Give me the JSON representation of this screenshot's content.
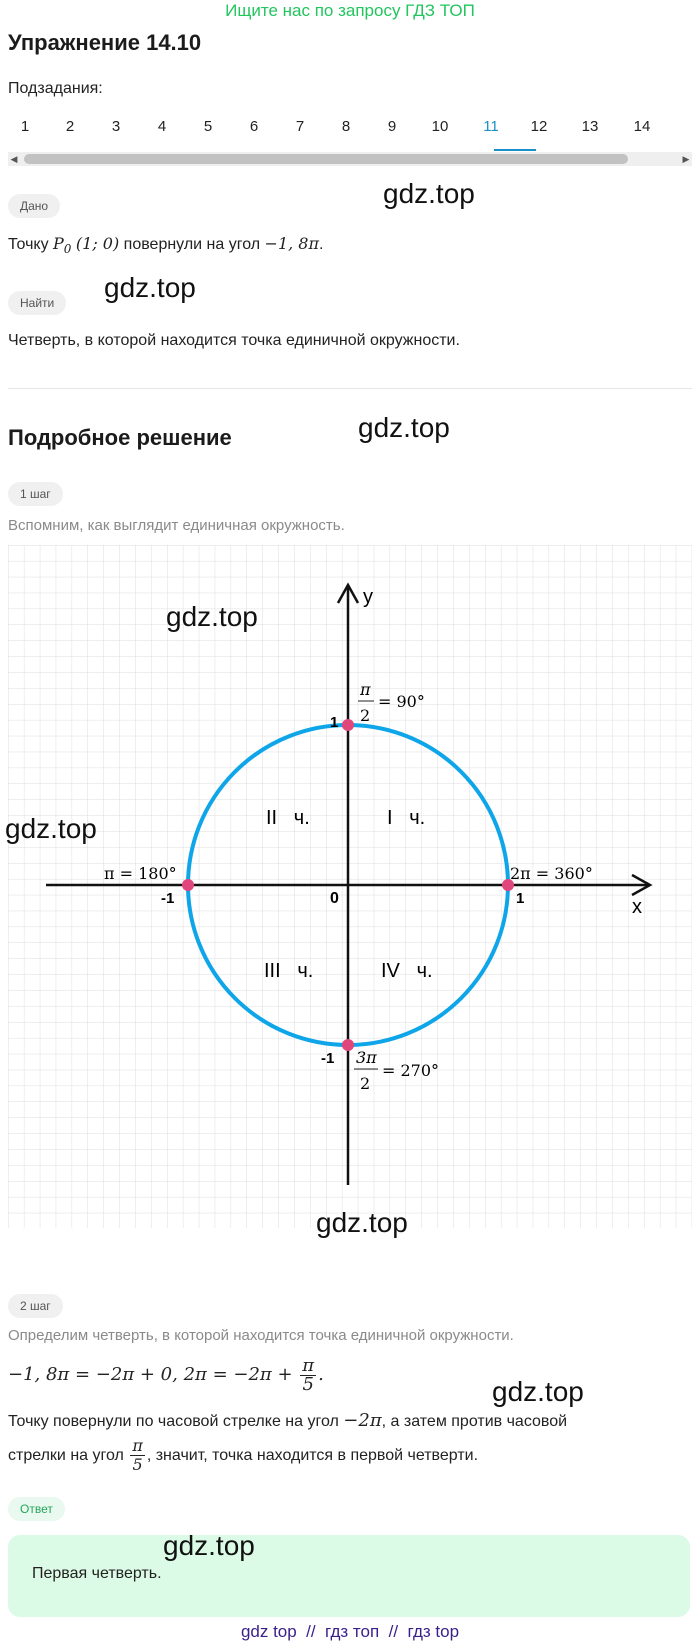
{
  "banner": "Ищите нас по запросу ГДЗ ТОП",
  "exercise_title": "Упражнение 14.10",
  "subtasks_label": "Подзадания:",
  "subtasks": [
    "1",
    "2",
    "3",
    "4",
    "5",
    "6",
    "7",
    "8",
    "9",
    "10",
    "11",
    "12",
    "13",
    "14"
  ],
  "active_subtask": "11",
  "given": {
    "badge": "Дано",
    "text_before": "Точку ",
    "math_point": "P",
    "math_point_sub": "0",
    "math_coords": "(1; 0)",
    "text_middle": " повернули на угол ",
    "math_angle": "−1, 8π",
    "text_after": "."
  },
  "find": {
    "badge": "Найти",
    "text": "Четверть, в которой находится точка единичной окружности."
  },
  "solution_title": "Подробное решение",
  "step1": {
    "badge": "1 шаг",
    "text": "Вспомним, как выглядит единичная окружность."
  },
  "circle": {
    "axis_x": "x",
    "axis_y": "y",
    "origin": "0",
    "tick_pos_x": "1",
    "tick_neg_x": "-1",
    "tick_pos_y": "1",
    "tick_neg_y": "-1",
    "q1": "I   ч.",
    "q2": "II   ч.",
    "q3": "III   ч.",
    "q4": "IV   ч.",
    "label_top_num": "π",
    "label_top_den": "2",
    "label_top_rest": "= 90°",
    "label_left": "π = 180°",
    "label_right": "2π = 360°",
    "label_bottom_num": "3π",
    "label_bottom_den": "2",
    "label_bottom_rest": "= 270°",
    "circle_color": "#0ea5e9",
    "point_color": "#e0457b"
  },
  "step2": {
    "badge": "2 шаг",
    "text": "Определим четверть, в которой находится точка единичной окружности.",
    "formula_main": "−1, 8π = −2π + 0, 2π = −2π + ",
    "formula_num": "π",
    "formula_den": "5",
    "formula_end": ".",
    "line1_a": "Точку повернули по часовой стрелке на угол ",
    "line1_math": "−2π",
    "line1_b": ", а затем против часовой",
    "line2_a": "стрелки на угол ",
    "line2_num": "π",
    "line2_den": "5",
    "line2_b": ", значит, точка находится в первой четверти."
  },
  "answer": {
    "badge": "Ответ",
    "text": "Первая четверть."
  },
  "watermark": "gdz.top",
  "footer": "gdz top  //  гдз топ  //  гдз top",
  "colors": {
    "accent": "#1a90c8",
    "banner": "#22c55e",
    "answer_bg": "#dcfbe6"
  }
}
